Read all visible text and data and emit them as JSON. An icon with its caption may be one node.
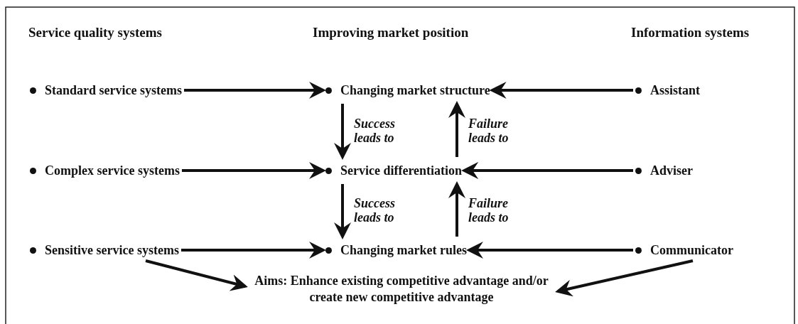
{
  "diagram": {
    "nodes": [
      {
        "text": [
          "Standard service systems"
        ]
      },
      {
        "text": [
          "Changing market structure"
        ]
      },
      {
        "text": [
          "Assistant"
        ]
      },
      {
        "text": [
          "Complex service systems"
        ]
      },
      {
        "text": [
          "Service differentiation"
        ]
      },
      {
        "text": [
          "Adviser"
        ]
      },
      {
        "text": [
          "Sensitive service systems"
        ]
      },
      {
        "text": [
          "Changing market rules"
        ]
      },
      {
        "text": [
          "Communicator"
        ]
      },
      {
        "text": [
          "Aims: Enhance existing competitive advantage and/or create new competitive advantage"
        ]
      }
    ],
    "edges": [
      {
        "from": 0,
        "to": 1,
        "arrow": "to"
      },
      {
        "from": 2,
        "to": 1,
        "arrow": "to"
      },
      {
        "from": 1,
        "to": 4,
        "arrow": "to",
        "label": "Success leads to"
      },
      {
        "from": 4,
        "to": 1,
        "arrow": "to",
        "label": "Failure leads to"
      },
      {
        "from": 3,
        "to": 4,
        "arrow": "to"
      },
      {
        "from": 5,
        "to": 4,
        "arrow": "to"
      },
      {
        "from": 4,
        "to": 7,
        "arrow": "to",
        "label": "Success leads to"
      },
      {
        "from": 7,
        "to": 4,
        "arrow": "to",
        "label": "Failure leads to"
      },
      {
        "from": 6,
        "to": 7,
        "arrow": "to"
      },
      {
        "from": 8,
        "to": 7,
        "arrow": "to"
      },
      {
        "from": 6,
        "to": 9,
        "arrow": "to"
      },
      {
        "from": 8,
        "to": 9,
        "arrow": "to"
      }
    ],
    "labels": [
      "Service quality systems",
      "Improving market position",
      "Information systems"
    ]
  }
}
